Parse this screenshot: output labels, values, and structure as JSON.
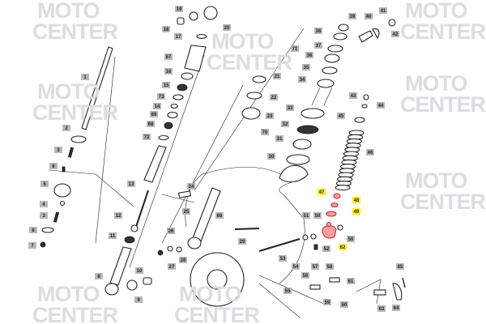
{
  "watermark": {
    "line1": "MOTO",
    "line2": "CENTER"
  },
  "colors": {
    "highlight": "#fff200",
    "highlight_part": "#e02020",
    "label_bg": "#b8b8b8",
    "watermark": "#dcdde2"
  },
  "labels": [
    "19",
    "18",
    "20",
    "17",
    "67",
    "16",
    "15",
    "73",
    "14",
    "69",
    "68",
    "72",
    "1",
    "2",
    "3",
    "39",
    "40",
    "41",
    "42",
    "38",
    "71",
    "37",
    "36",
    "35",
    "34",
    "21",
    "22",
    "23",
    "33",
    "32",
    "70",
    "31",
    "30",
    "43",
    "44",
    "45",
    "46",
    "6",
    "5",
    "4",
    "3",
    "8",
    "7",
    "13",
    "12",
    "11",
    "24",
    "25",
    "66",
    "26",
    "27",
    "28",
    "9",
    "10",
    "8",
    "29",
    "47",
    "48",
    "49",
    "51",
    "50",
    "50",
    "62",
    "52",
    "53",
    "54",
    "57",
    "58",
    "56",
    "61",
    "55",
    "59",
    "60",
    "65",
    "63",
    "64"
  ],
  "highlighted_labels": [
    "47",
    "48",
    "49",
    "62"
  ]
}
